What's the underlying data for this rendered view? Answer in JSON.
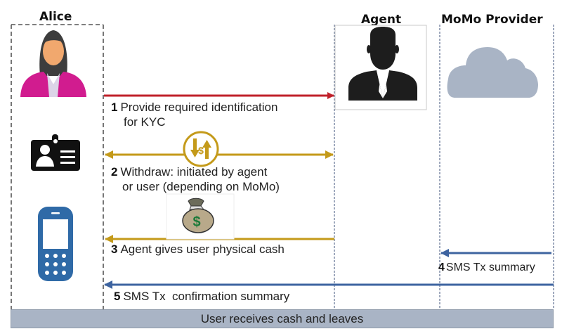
{
  "lanes": {
    "alice": "Alice",
    "agent": "Agent",
    "provider": "MoMo Provider"
  },
  "steps": [
    {
      "number": "1",
      "line1": "Provide required identification",
      "line2": "for KYC",
      "direction": "alice-to-agent",
      "color": "#c0202a"
    },
    {
      "number": "2",
      "line1": "Withdraw: initiated by  agent",
      "line2": "or user (depending on MoMo)",
      "direction": "bidirectional",
      "color": "#c49a1a"
    },
    {
      "number": "3",
      "line1": "Agent gives user physical cash",
      "direction": "agent-to-alice",
      "color": "#c49a1a"
    },
    {
      "number": "4",
      "line1": "SMS Tx summary",
      "direction": "provider-to-agent",
      "color": "#3e64a0"
    },
    {
      "number": "5",
      "line1": "SMS Tx  confirmation summary",
      "direction": "provider-to-alice",
      "color": "#3e64a0"
    }
  ],
  "footer": "User receives cash and leaves",
  "icons": {
    "alice": "woman-avatar-icon",
    "id_card": "id-card-icon",
    "phone": "mobile-phone-icon",
    "agent": "businessman-icon",
    "provider": "cloud-icon",
    "exchange": "dollar-exchange-icon",
    "money_bag": "money-bag-icon"
  }
}
